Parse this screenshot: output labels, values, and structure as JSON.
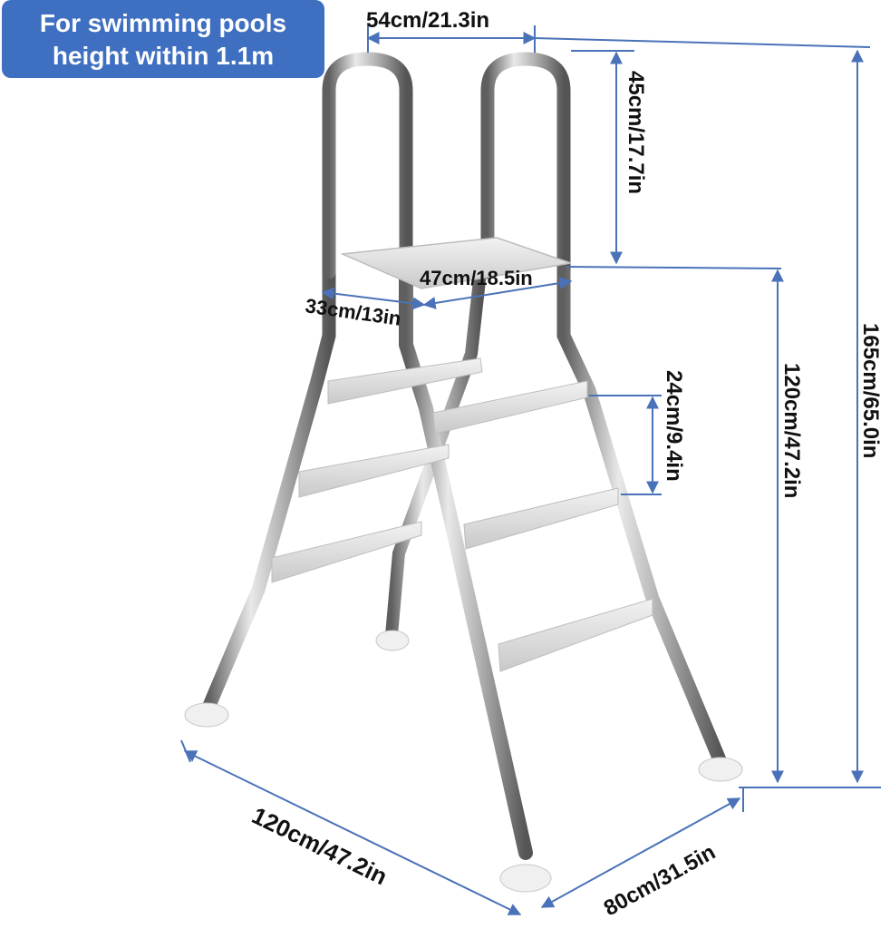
{
  "badge": {
    "line1": "For swimming pools",
    "line2": "height within 1.1m"
  },
  "dimensions": {
    "top_width": "54cm/21.3in",
    "handrail_height": "45cm/17.7in",
    "platform_width": "47cm/18.5in",
    "platform_depth": "33cm/13in",
    "step_spacing": "24cm/9.4in",
    "platform_height": "120cm/47.2in",
    "total_height": "165cm/65.0in",
    "base_length": "120cm/47.2in",
    "base_width": "80cm/31.5in"
  },
  "colors": {
    "accent": "#3f6fc0",
    "dimension_line": "#4a72b8",
    "steel": "#9a9a9a",
    "tread": "#e4e4e4"
  }
}
